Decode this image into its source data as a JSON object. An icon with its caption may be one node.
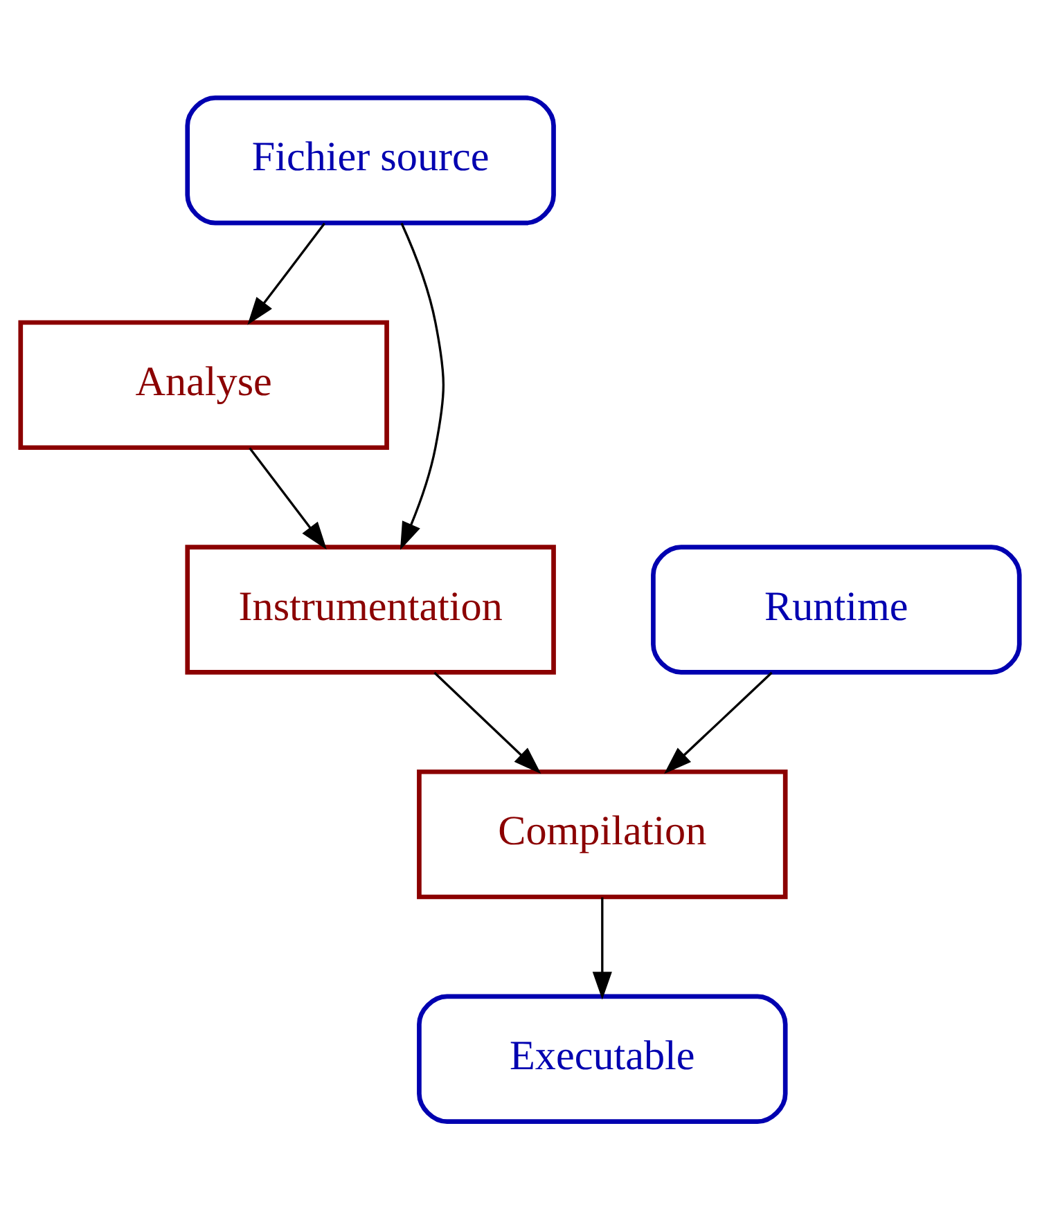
{
  "diagram": {
    "nodes": [
      {
        "text": [
          "Fichier source"
        ]
      },
      {
        "text": [
          "Analyse"
        ]
      },
      {
        "text": [
          "Instrumentation"
        ]
      },
      {
        "text": [
          "Runtime"
        ]
      },
      {
        "text": [
          "Compilation"
        ]
      },
      {
        "text": [
          "Executable"
        ]
      }
    ],
    "edges": [
      {
        "from": 0,
        "to": 2,
        "arrow": "to"
      },
      {
        "from": 0,
        "to": 1,
        "arrow": "to"
      },
      {
        "from": 1,
        "to": 2,
        "arrow": "to"
      },
      {
        "from": 2,
        "to": 4,
        "arrow": "to"
      },
      {
        "from": 3,
        "to": 4,
        "arrow": "to"
      },
      {
        "from": 4,
        "to": 5,
        "arrow": "to"
      }
    ]
  }
}
